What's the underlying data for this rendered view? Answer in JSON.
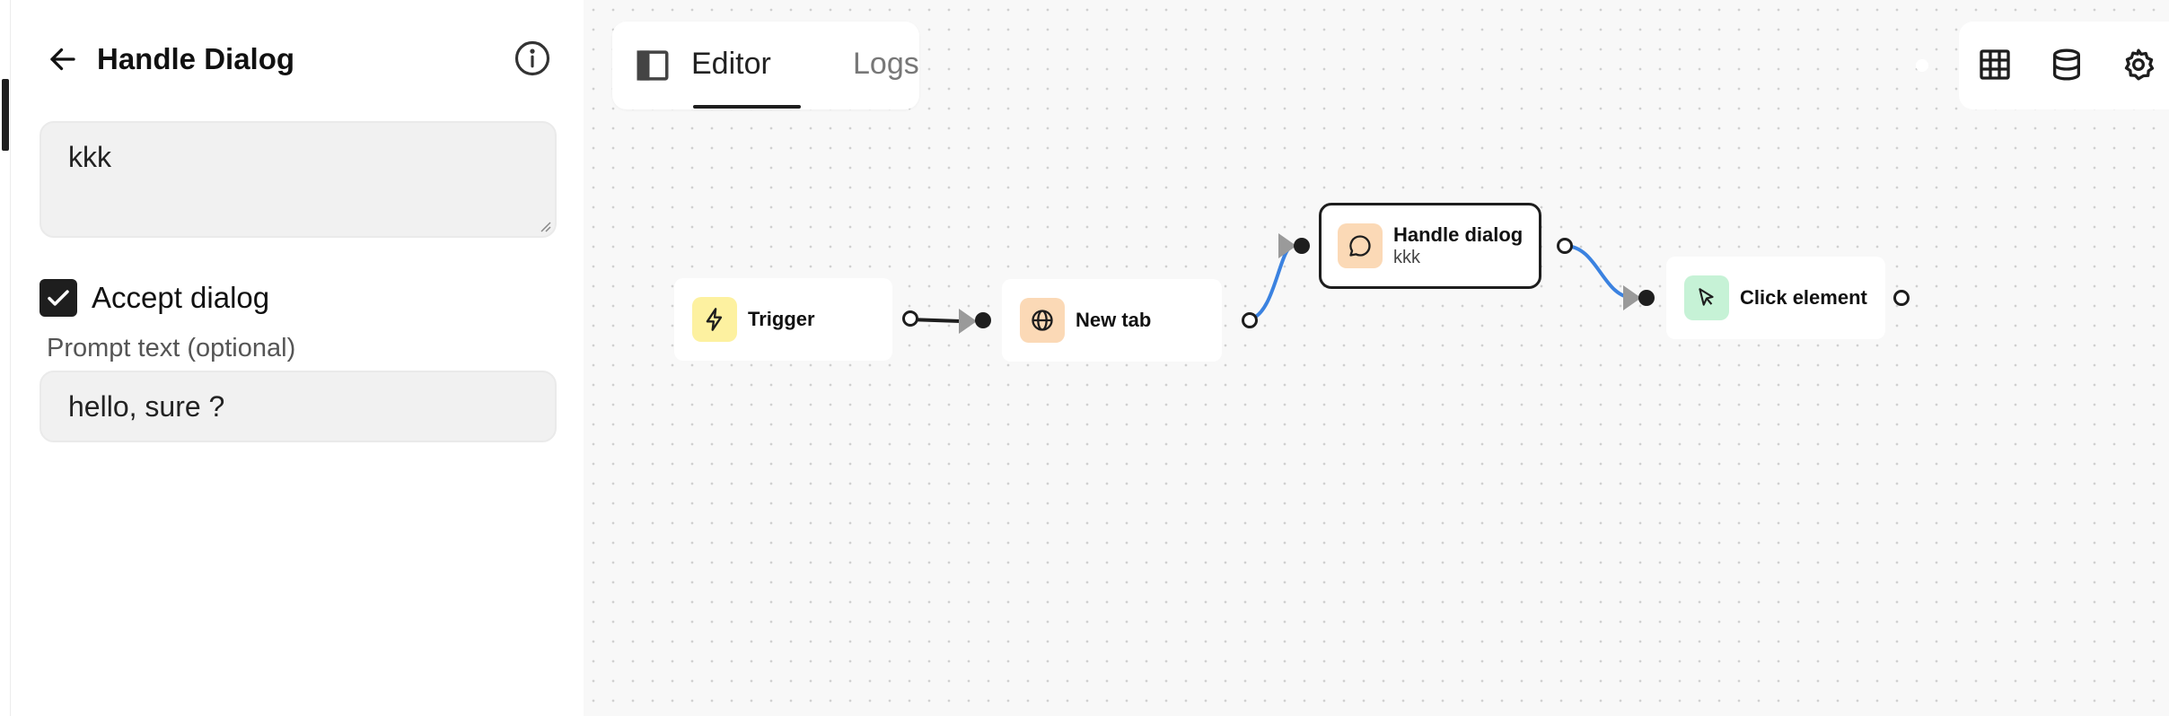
{
  "panel": {
    "title": "Handle Dialog",
    "description_value": "kkk",
    "accept_dialog": {
      "label": "Accept dialog",
      "checked": true
    },
    "prompt_field": {
      "label": "Prompt text (optional)",
      "value": "hello, sure ?"
    },
    "icons": {
      "back": "arrow-left-icon",
      "info": "info-icon"
    }
  },
  "toolbar": {
    "tabs": [
      {
        "label": "Editor",
        "active": true
      },
      {
        "label": "Logs",
        "active": false
      }
    ],
    "icons": {
      "sidebar_toggle": "sidebar-toggle-icon",
      "table": "table-icon",
      "storage": "database-icon",
      "settings": "gear-icon"
    }
  },
  "nodes": [
    {
      "id": "trigger",
      "label": "Trigger",
      "sublabel": "",
      "icon": "lightning-icon",
      "color": "#fdf1a0"
    },
    {
      "id": "new-tab",
      "label": "New tab",
      "sublabel": "",
      "icon": "globe-icon",
      "color": "#fbd9b6"
    },
    {
      "id": "handle-dialog",
      "label": "Handle dialog",
      "sublabel": "kkk",
      "icon": "chat-bubble-icon",
      "color": "#fbd9b6",
      "selected": true
    },
    {
      "id": "click-element",
      "label": "Click element",
      "sublabel": "",
      "icon": "cursor-icon",
      "color": "#c6f2d6"
    }
  ],
  "colors": {
    "edge_active": "#3b82e0",
    "edge_default": "#1e1e1e",
    "accent_dark": "#1e1e1e"
  }
}
